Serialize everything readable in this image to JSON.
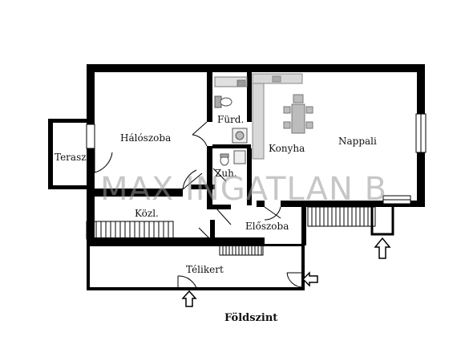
{
  "plan": {
    "title": "Földszint",
    "watermark": "MAX INGATLAN B",
    "rooms": {
      "haloszoba": "Hálószoba",
      "furd": "Fürd.",
      "konyha": "Konyha",
      "nappali": "Nappali",
      "terasz": "Terasz",
      "zuh": "Zuh.",
      "kozl": "Közl.",
      "eloszoba": "Előszoba",
      "telikert": "Télikert"
    },
    "icons": [
      "entrance-arrow-icon",
      "door-swing-icon",
      "stairs-icon",
      "toilet-icon",
      "shower-icon",
      "sink-icon",
      "washing-machine-icon",
      "dining-table-icon",
      "kitchen-counter-icon"
    ]
  }
}
